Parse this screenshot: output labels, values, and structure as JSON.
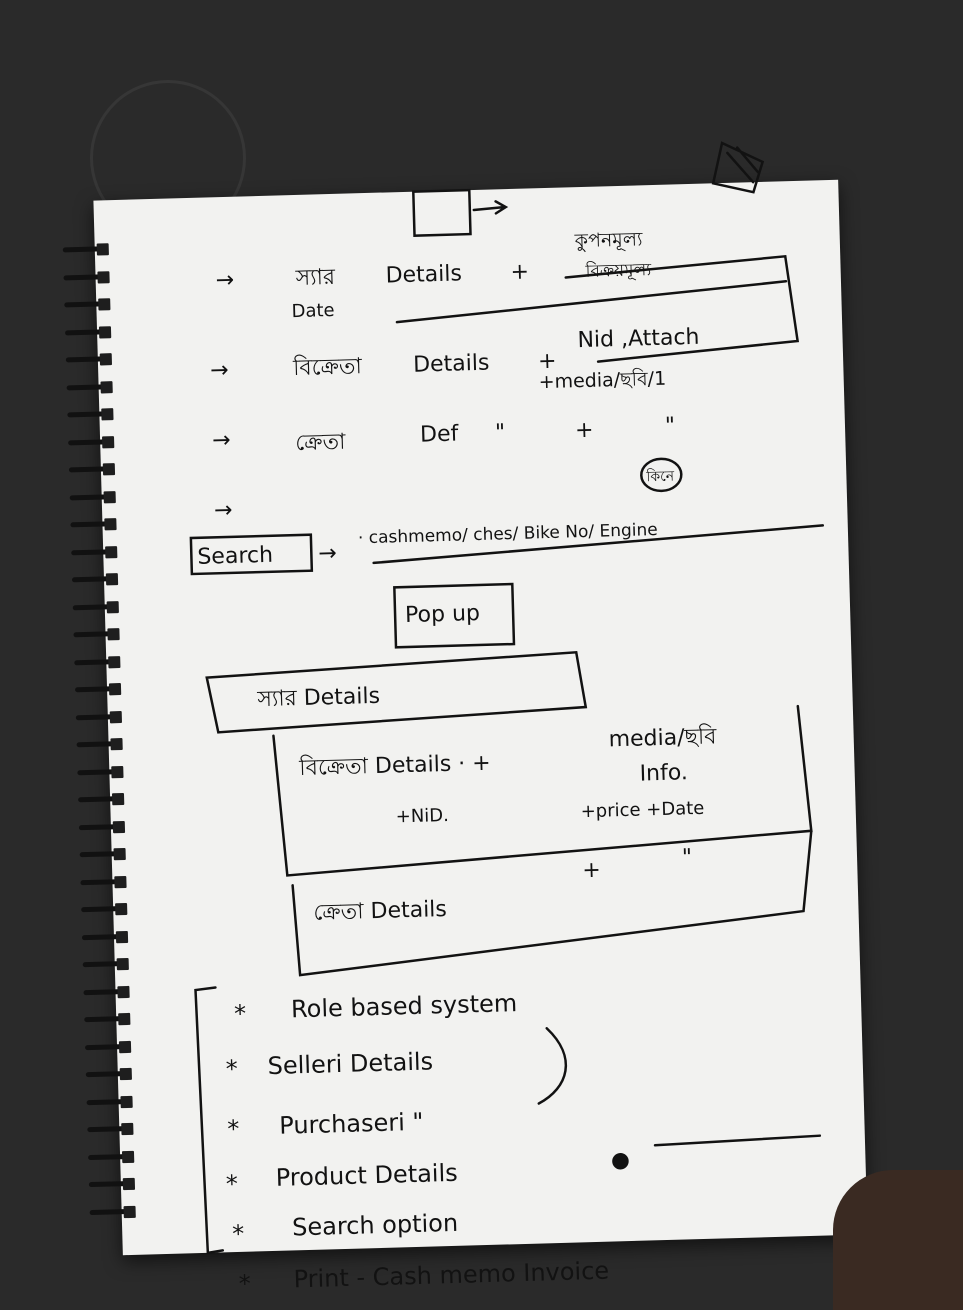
{
  "notes": {
    "line1": {
      "arrow": "→",
      "word": "স্যার",
      "label": "Details",
      "plus": "+",
      "extra_top": "কুপনমূল্য",
      "extra_bottom": "বিক্রয়মূল্য",
      "date": "Date"
    },
    "line2": {
      "arrow": "→",
      "word": "বিক্রেতা",
      "label": "Details",
      "plus": "+",
      "nid_attach": "Nid ,Attach",
      "media": "+media/ছবি/1"
    },
    "line3": {
      "arrow": "→",
      "word": "ক্রেতা",
      "label": "Def",
      "ditto": "\"",
      "plus": "+",
      "ditto2": "\""
    },
    "line4": {
      "arrow": "→",
      "circle_note": "কিনে"
    },
    "search": {
      "button": "Search",
      "arrow": "→",
      "options": "· cashmemo/ ches/ Bike No/ Engine"
    },
    "popup": "Pop up",
    "popup_details": {
      "header": "স্যার Details",
      "seller": "বিক্রেতা Details · +",
      "media": "media/ছবি",
      "info": "Info.",
      "nid": "+NiD.",
      "price_date": "+price +Date",
      "plus": "+",
      "ditto": "\"",
      "buyer": "ক্রেতা Details"
    },
    "features": [
      "Role based system",
      "Selleri Details",
      "Purchaseri \"",
      "Product Details",
      "Search option",
      "Print - Cash memo Invoice"
    ],
    "bullets": [
      "*",
      "*",
      "*",
      "*",
      "*",
      "*"
    ]
  },
  "colors": {
    "paper": "#f2f2f0",
    "ink": "#121212",
    "background": "#2a2a2a"
  }
}
